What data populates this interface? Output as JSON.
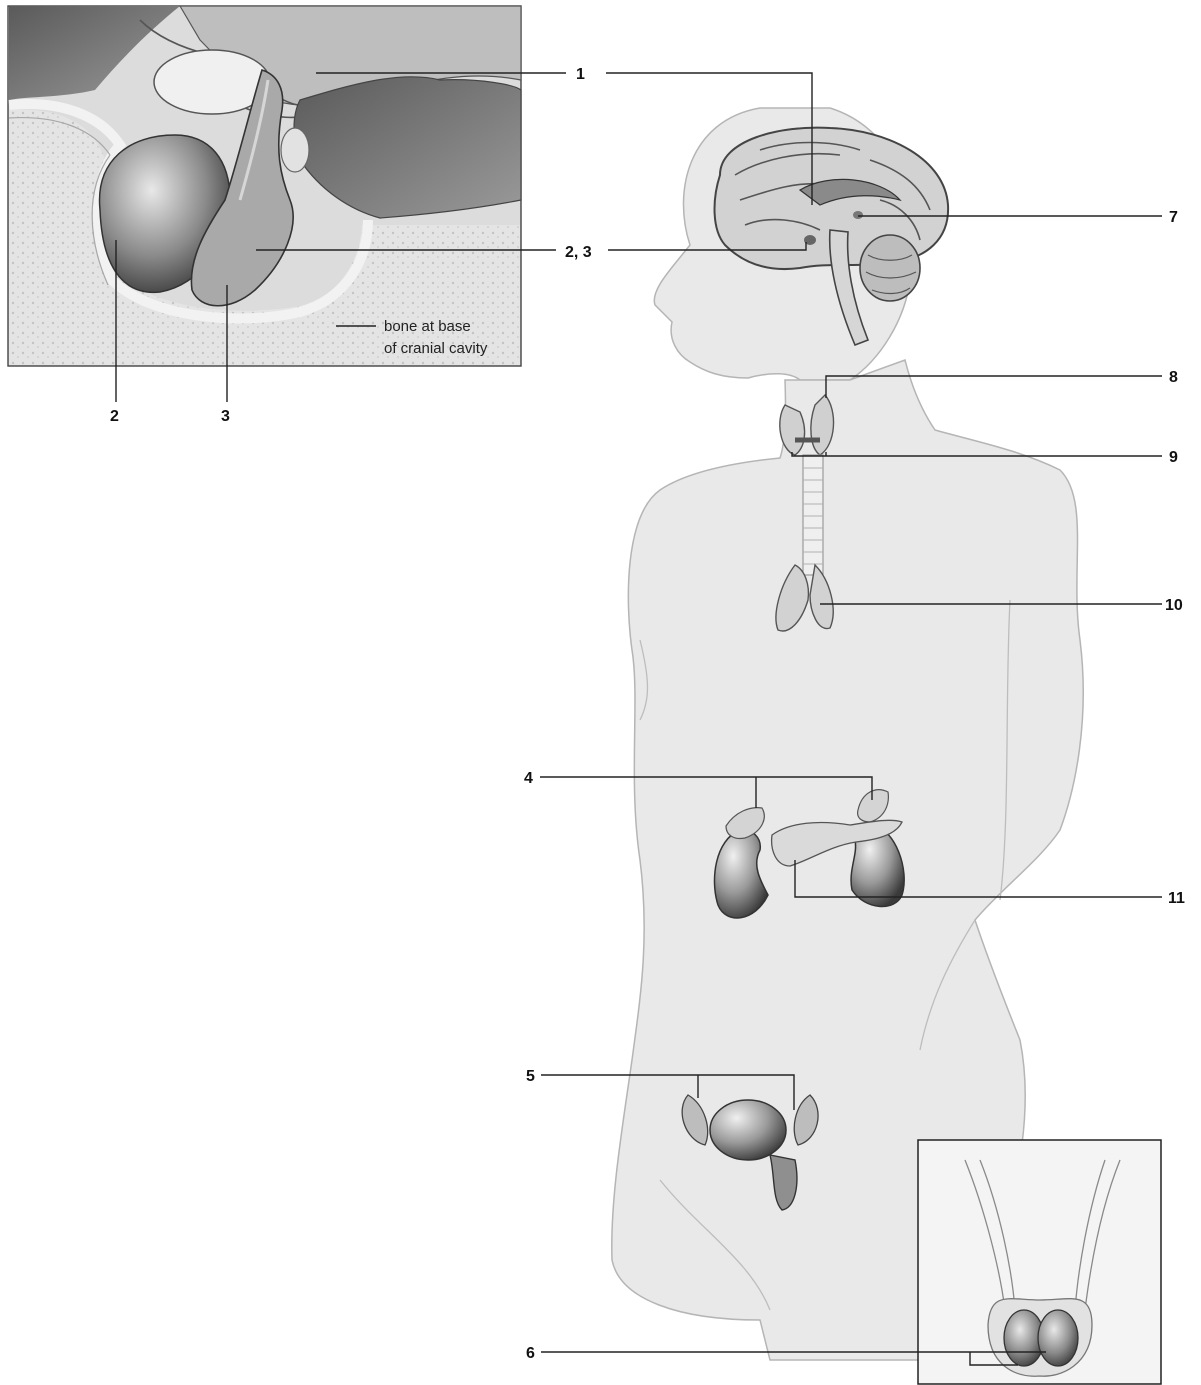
{
  "labels": {
    "l1": "1",
    "l23": "2, 3",
    "l2": "2",
    "l3": "3",
    "l4": "4",
    "l5": "5",
    "l6": "6",
    "l7": "7",
    "l8": "8",
    "l9": "9",
    "l10": "10",
    "l11": "11"
  },
  "inset_note": {
    "line1": "bone at base",
    "line2": "of cranial cavity"
  }
}
